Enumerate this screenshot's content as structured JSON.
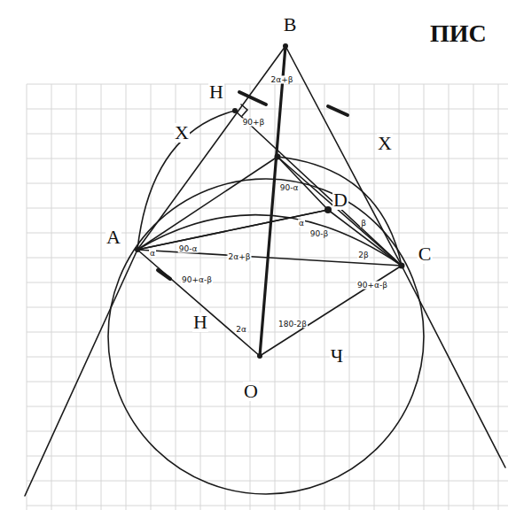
{
  "diagram": {
    "labels": [
      "ПИС",
      "B",
      "A",
      "C",
      "O",
      "H",
      "X",
      "X",
      "D",
      "H",
      "Ч",
      "2α+β",
      "90+β",
      "90-α",
      "α",
      "90-α",
      "2α+β",
      "α",
      "90-β",
      "90+α-β",
      "2β",
      "90+α-β",
      "2α",
      "180-2β",
      "β"
    ]
  }
}
